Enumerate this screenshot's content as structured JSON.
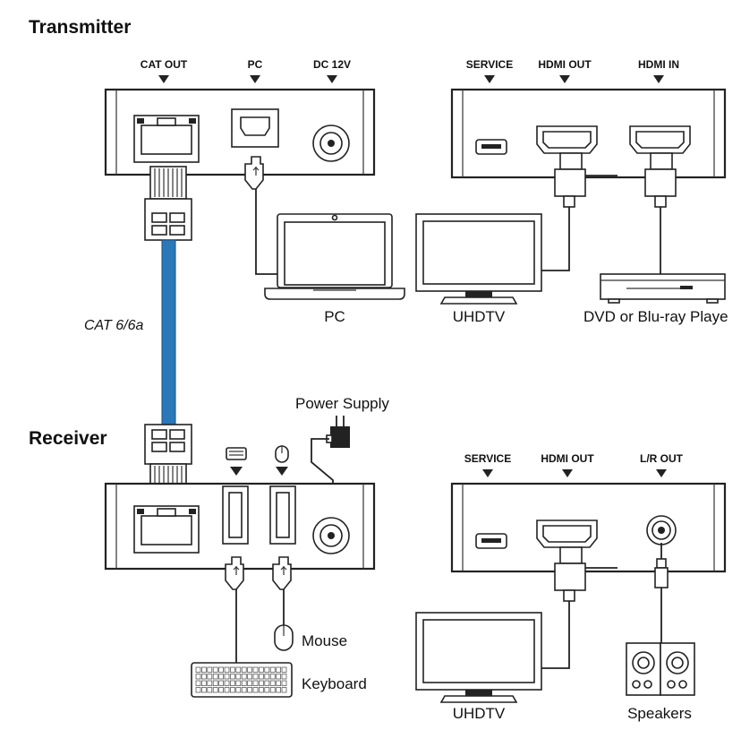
{
  "transmitter": {
    "title": "Transmitter",
    "ports": {
      "cat_out": "CAT OUT",
      "pc": "PC",
      "dc": "DC 12V"
    },
    "ports_right": {
      "service": "SERVICE",
      "hdmi_out": "HDMI OUT",
      "hdmi_in": "HDMI IN"
    },
    "devices": {
      "pc": "PC",
      "tv": "UHDTV",
      "player": "DVD or Blu-ray Playe"
    }
  },
  "cable": {
    "label": "CAT 6/6a",
    "color": "#2a78b8"
  },
  "receiver": {
    "title": "Receiver",
    "power_supply": "Power Supply",
    "ports_right": {
      "service": "SERVICE",
      "hdmi_out": "HDMI OUT",
      "lr_out": "L/R OUT"
    },
    "devices": {
      "mouse": "Mouse",
      "keyboard": "Keyboard",
      "tv": "UHDTV",
      "speakers": "Speakers"
    }
  }
}
